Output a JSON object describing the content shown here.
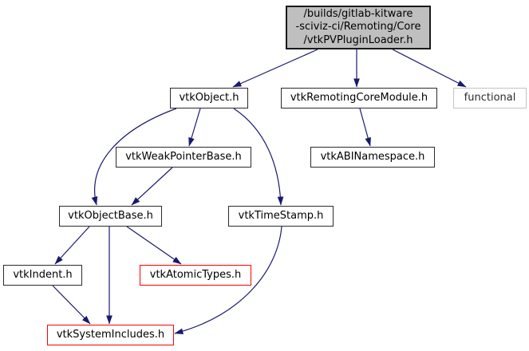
{
  "diagram": {
    "type": "include-dependency-graph",
    "background_color": "#ffffff",
    "edge_color": "#191970",
    "node_fill_default": "#ffffff",
    "node_fill_current": "#bfbfbf",
    "node_border_default": "#2b2b2b",
    "node_border_truncated": "#ff0000",
    "node_border_std": "#c3c3c3",
    "nodes": [
      {
        "id": "root",
        "label": "/builds/gitlab-kitware\n-sciviz-ci/Remoting/Core\n/vtkPVPluginLoader.h",
        "kind": "current"
      },
      {
        "id": "vtkObject",
        "label": "vtkObject.h",
        "kind": "header"
      },
      {
        "id": "vtkRemotingCoreModule",
        "label": "vtkRemotingCoreModule.h",
        "kind": "header"
      },
      {
        "id": "functional",
        "label": "functional",
        "kind": "std"
      },
      {
        "id": "vtkWeakPointerBase",
        "label": "vtkWeakPointerBase.h",
        "kind": "header"
      },
      {
        "id": "vtkABINamespace",
        "label": "vtkABINamespace.h",
        "kind": "header"
      },
      {
        "id": "vtkObjectBase",
        "label": "vtkObjectBase.h",
        "kind": "header"
      },
      {
        "id": "vtkTimeStamp",
        "label": "vtkTimeStamp.h",
        "kind": "header"
      },
      {
        "id": "vtkIndent",
        "label": "vtkIndent.h",
        "kind": "header"
      },
      {
        "id": "vtkAtomicTypes",
        "label": "vtkAtomicTypes.h",
        "kind": "truncated"
      },
      {
        "id": "vtkSystemIncludes",
        "label": "vtkSystemIncludes.h",
        "kind": "truncated"
      }
    ],
    "edges": [
      {
        "from": "root",
        "to": "vtkObject"
      },
      {
        "from": "root",
        "to": "vtkRemotingCoreModule"
      },
      {
        "from": "root",
        "to": "functional"
      },
      {
        "from": "vtkRemotingCoreModule",
        "to": "vtkABINamespace"
      },
      {
        "from": "vtkObject",
        "to": "vtkWeakPointerBase"
      },
      {
        "from": "vtkObject",
        "to": "vtkObjectBase"
      },
      {
        "from": "vtkObject",
        "to": "vtkTimeStamp"
      },
      {
        "from": "vtkWeakPointerBase",
        "to": "vtkObjectBase"
      },
      {
        "from": "vtkObjectBase",
        "to": "vtkIndent"
      },
      {
        "from": "vtkObjectBase",
        "to": "vtkAtomicTypes"
      },
      {
        "from": "vtkObjectBase",
        "to": "vtkSystemIncludes"
      },
      {
        "from": "vtkIndent",
        "to": "vtkSystemIncludes"
      },
      {
        "from": "vtkTimeStamp",
        "to": "vtkSystemIncludes"
      }
    ]
  }
}
